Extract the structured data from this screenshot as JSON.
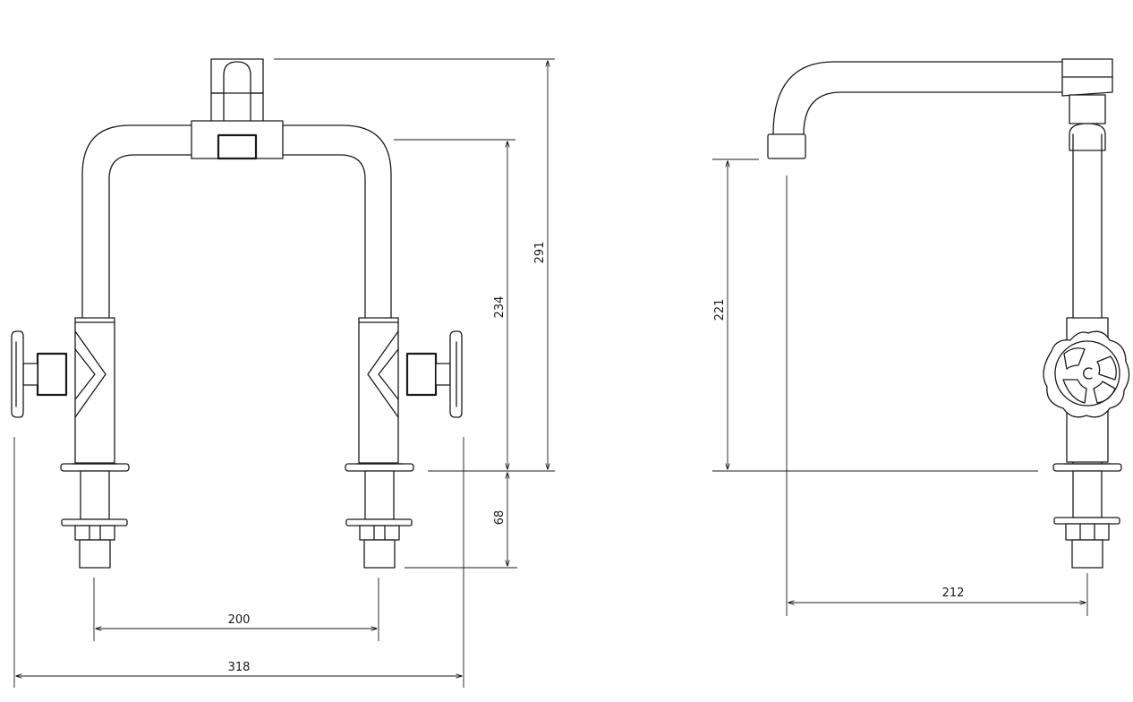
{
  "drawing": {
    "front_view": {
      "dimensions": {
        "height_top": "291",
        "height_spout": "234",
        "shank": "68",
        "centers": "200",
        "overall_width": "318"
      }
    },
    "side_view": {
      "dimensions": {
        "spout_height": "221",
        "spout_reach": "212"
      }
    }
  }
}
